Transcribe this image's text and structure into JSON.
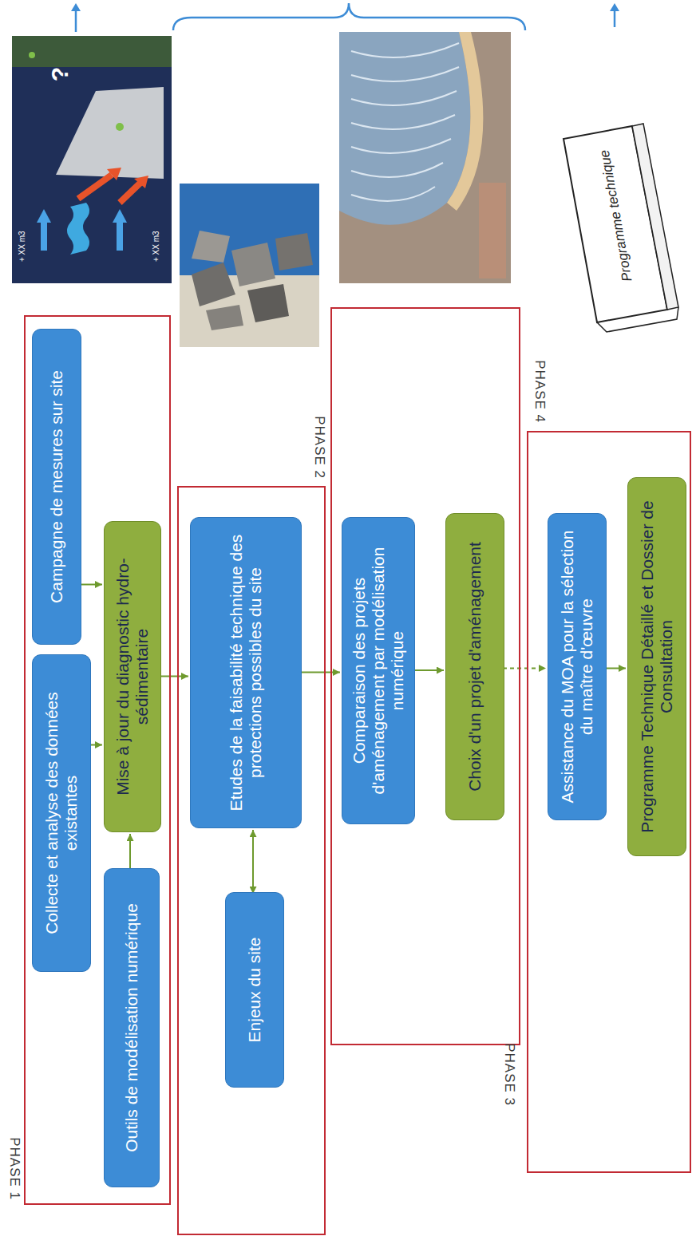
{
  "diagram": {
    "nodes": [
      {
        "text": [
          "PHASE 1"
        ]
      },
      {
        "text": [
          "Collecte et analyse des données existantes"
        ],
        "in": 0
      },
      {
        "text": [
          "Campagne de mesures sur site"
        ],
        "in": 0
      },
      {
        "text": [
          "Outils de modélisation numérique"
        ],
        "in": 0
      },
      {
        "text": [
          "Mise à jour du diagnostic hydro-sédimentaire"
        ],
        "in": 0
      },
      {
        "text": [
          "PHASE 2"
        ]
      },
      {
        "text": [
          "Enjeux du site"
        ],
        "in": 5
      },
      {
        "text": [
          "Etudes de la faisabilité technique des protections possibles du site"
        ],
        "in": 5
      },
      {
        "text": [
          "PHASE 3"
        ]
      },
      {
        "text": [
          "Comparaison des projets d'aménagement par modélisation numérique"
        ],
        "in": 8
      },
      {
        "text": [
          "Choix d'un projet d'aménagement"
        ],
        "in": 8
      },
      {
        "text": [
          "PHASE 4"
        ]
      },
      {
        "text": [
          "Assistance du MOA pour la sélection du maître d'œuvre"
        ],
        "in": 11
      },
      {
        "text": [
          "Programme Technique Détaillé et Dossier de Consultation"
        ],
        "in": 11
      }
    ],
    "edges": [
      {
        "from": 1,
        "to": 4,
        "arrow": "to"
      },
      {
        "from": 2,
        "to": 4,
        "arrow": "to"
      },
      {
        "from": 3,
        "to": 4,
        "arrow": "to"
      },
      {
        "from": 4,
        "to": 7,
        "arrow": "to"
      },
      {
        "from": 6,
        "to": 7,
        "arrow": "both"
      },
      {
        "from": 7,
        "to": 9,
        "arrow": "to"
      },
      {
        "from": 9,
        "to": 10,
        "arrow": "to"
      },
      {
        "from": 10,
        "to": 12,
        "arrow": "to"
      },
      {
        "from": 12,
        "to": 13,
        "arrow": "to"
      }
    ],
    "labels": [
      "?",
      "+ XX m3",
      "+ XX m3",
      "Programme technique"
    ]
  }
}
